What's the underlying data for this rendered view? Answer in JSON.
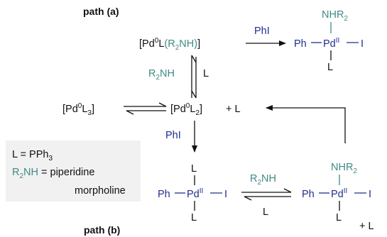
{
  "colors": {
    "text": "#111111",
    "teal": "#3f8a86",
    "blue": "#1f2f8f",
    "legend_bg": "#f1f1f1"
  },
  "labels": {
    "path_a": "path (a)",
    "path_b": "path (b)"
  },
  "symbols": {
    "pd": "Pd",
    "pd_bracket_open": "[Pd",
    "ox0": "0",
    "ox2": "II",
    "L": "L",
    "L2": "2",
    "L3": "3",
    "bracket_close": "]",
    "R2NH_R": "R",
    "R2NH_NH": "NH",
    "paren_open": "(",
    "paren_close": ")",
    "NHR": "NHR",
    "sub2": "2",
    "Ph": "Ph",
    "I": "I",
    "plus_L": "+  L"
  },
  "reagents": {
    "PhI_top": "PhI",
    "PhI_mid": "PhI",
    "R2NH_vertical": "R",
    "R2NH_vertical_rest": "NH",
    "L_vertical": "L",
    "R2NH_eq": "R",
    "R2NH_eq_rest": "NH",
    "L_eq": "L"
  },
  "legend": {
    "line1_prefix": "L = PPh",
    "line1_sub": "3",
    "line2_R": "R",
    "line2_sub": "2",
    "line2_rest": "NH",
    "line2_eq": " = piperidine",
    "line3": "morpholine"
  }
}
